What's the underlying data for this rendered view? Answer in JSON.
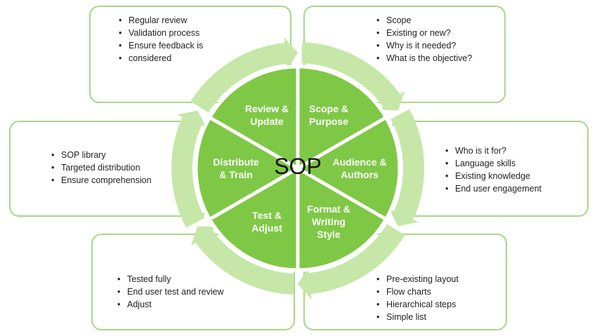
{
  "center_label": "SOP",
  "colors": {
    "segment_fill": "#7fc846",
    "ring_fill": "#c6e7a8",
    "box_border": "#a6d985"
  },
  "segments": [
    {
      "id": "review",
      "lines": [
        "Review &",
        "Update"
      ],
      "bullets": [
        "Regular review",
        "Validation process",
        "Ensure feedback is",
        "considered"
      ]
    },
    {
      "id": "scope",
      "lines": [
        "Scope &",
        "Purpose"
      ],
      "bullets": [
        "Scope",
        "Existing or new?",
        "Why is it needed?",
        "What is the objective?"
      ]
    },
    {
      "id": "audience",
      "lines": [
        "Audience &",
        "Authors"
      ],
      "bullets": [
        "Who is it for?",
        "Language skills",
        "Existing knowledge",
        "End user engagement"
      ]
    },
    {
      "id": "format",
      "lines": [
        "Format &",
        "Writing",
        "Style"
      ],
      "bullets": [
        "Pre-existing layout",
        "Flow charts",
        "Hierarchical steps",
        "Simple list"
      ]
    },
    {
      "id": "test",
      "lines": [
        "Test &",
        "Adjust"
      ],
      "bullets": [
        "Tested fully",
        "End user test and review",
        "Adjust"
      ]
    },
    {
      "id": "distribute",
      "lines": [
        "Distribute",
        "& Train"
      ],
      "bullets": [
        "SOP library",
        "Targeted distribution",
        "Ensure comprehension"
      ]
    }
  ]
}
